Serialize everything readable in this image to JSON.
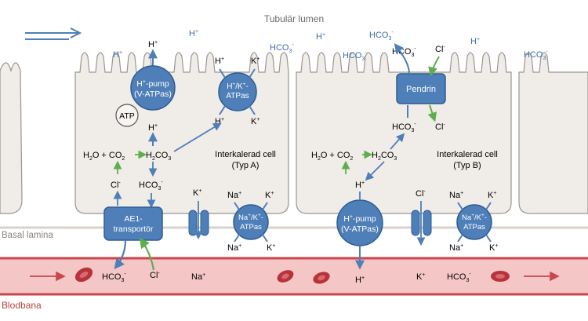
{
  "labels": {
    "lumen": "Tubulär lumen",
    "basal": "Basal lamina",
    "blood": "Blodbana"
  },
  "ions": {
    "h_plus": "H",
    "k_plus": "K",
    "na_plus": "Na",
    "cl_minus": "Cl",
    "hco3": "HCO",
    "sub3": "3",
    "sub2": "2",
    "sup_plus": "+",
    "sup_minus": "-"
  },
  "chem": {
    "h2o": "H",
    "o": "O",
    "plus_co2": "+ CO",
    "h2co3_pre": "H",
    "h2co3_mid": "CO"
  },
  "proteins": {
    "hpump_line1": "H",
    "hpump_line1b": "-pump",
    "hpump_line2": "(V-ATPas)",
    "hk_line1": "H",
    "hk_line1b": "/K",
    "hk_line1c": "-",
    "hk_line2": "ATPas",
    "atp": "ATP",
    "ae1_line1": "AE1-",
    "ae1_line2": "transportör",
    "pendrin": "Pendrin",
    "nak_line1": "Na",
    "nak_line1b": "/K",
    "nak_line1c": "-",
    "nak_line2": "ATPas"
  },
  "cells": {
    "a_line1": "Interkalerad cell",
    "a_line2": "(Typ A)",
    "b_line1": "Interkalerad cell",
    "b_line2": "(Typ B)"
  },
  "colors": {
    "protein_fill": "#4e7fb8",
    "protein_stroke": "#2f5d92",
    "arrow_blue": "#4e7fb8",
    "arrow_green": "#5fae4e",
    "cell_fill": "#f0ece7",
    "cell_stroke": "#9a9590",
    "blood_fill": "#f4c6c6",
    "blood_line": "#c9474c",
    "rbc": "#b8323a",
    "label_red": "#b4423f",
    "label_gray": "#8a8580",
    "label_blue": "#3f6fa6"
  }
}
